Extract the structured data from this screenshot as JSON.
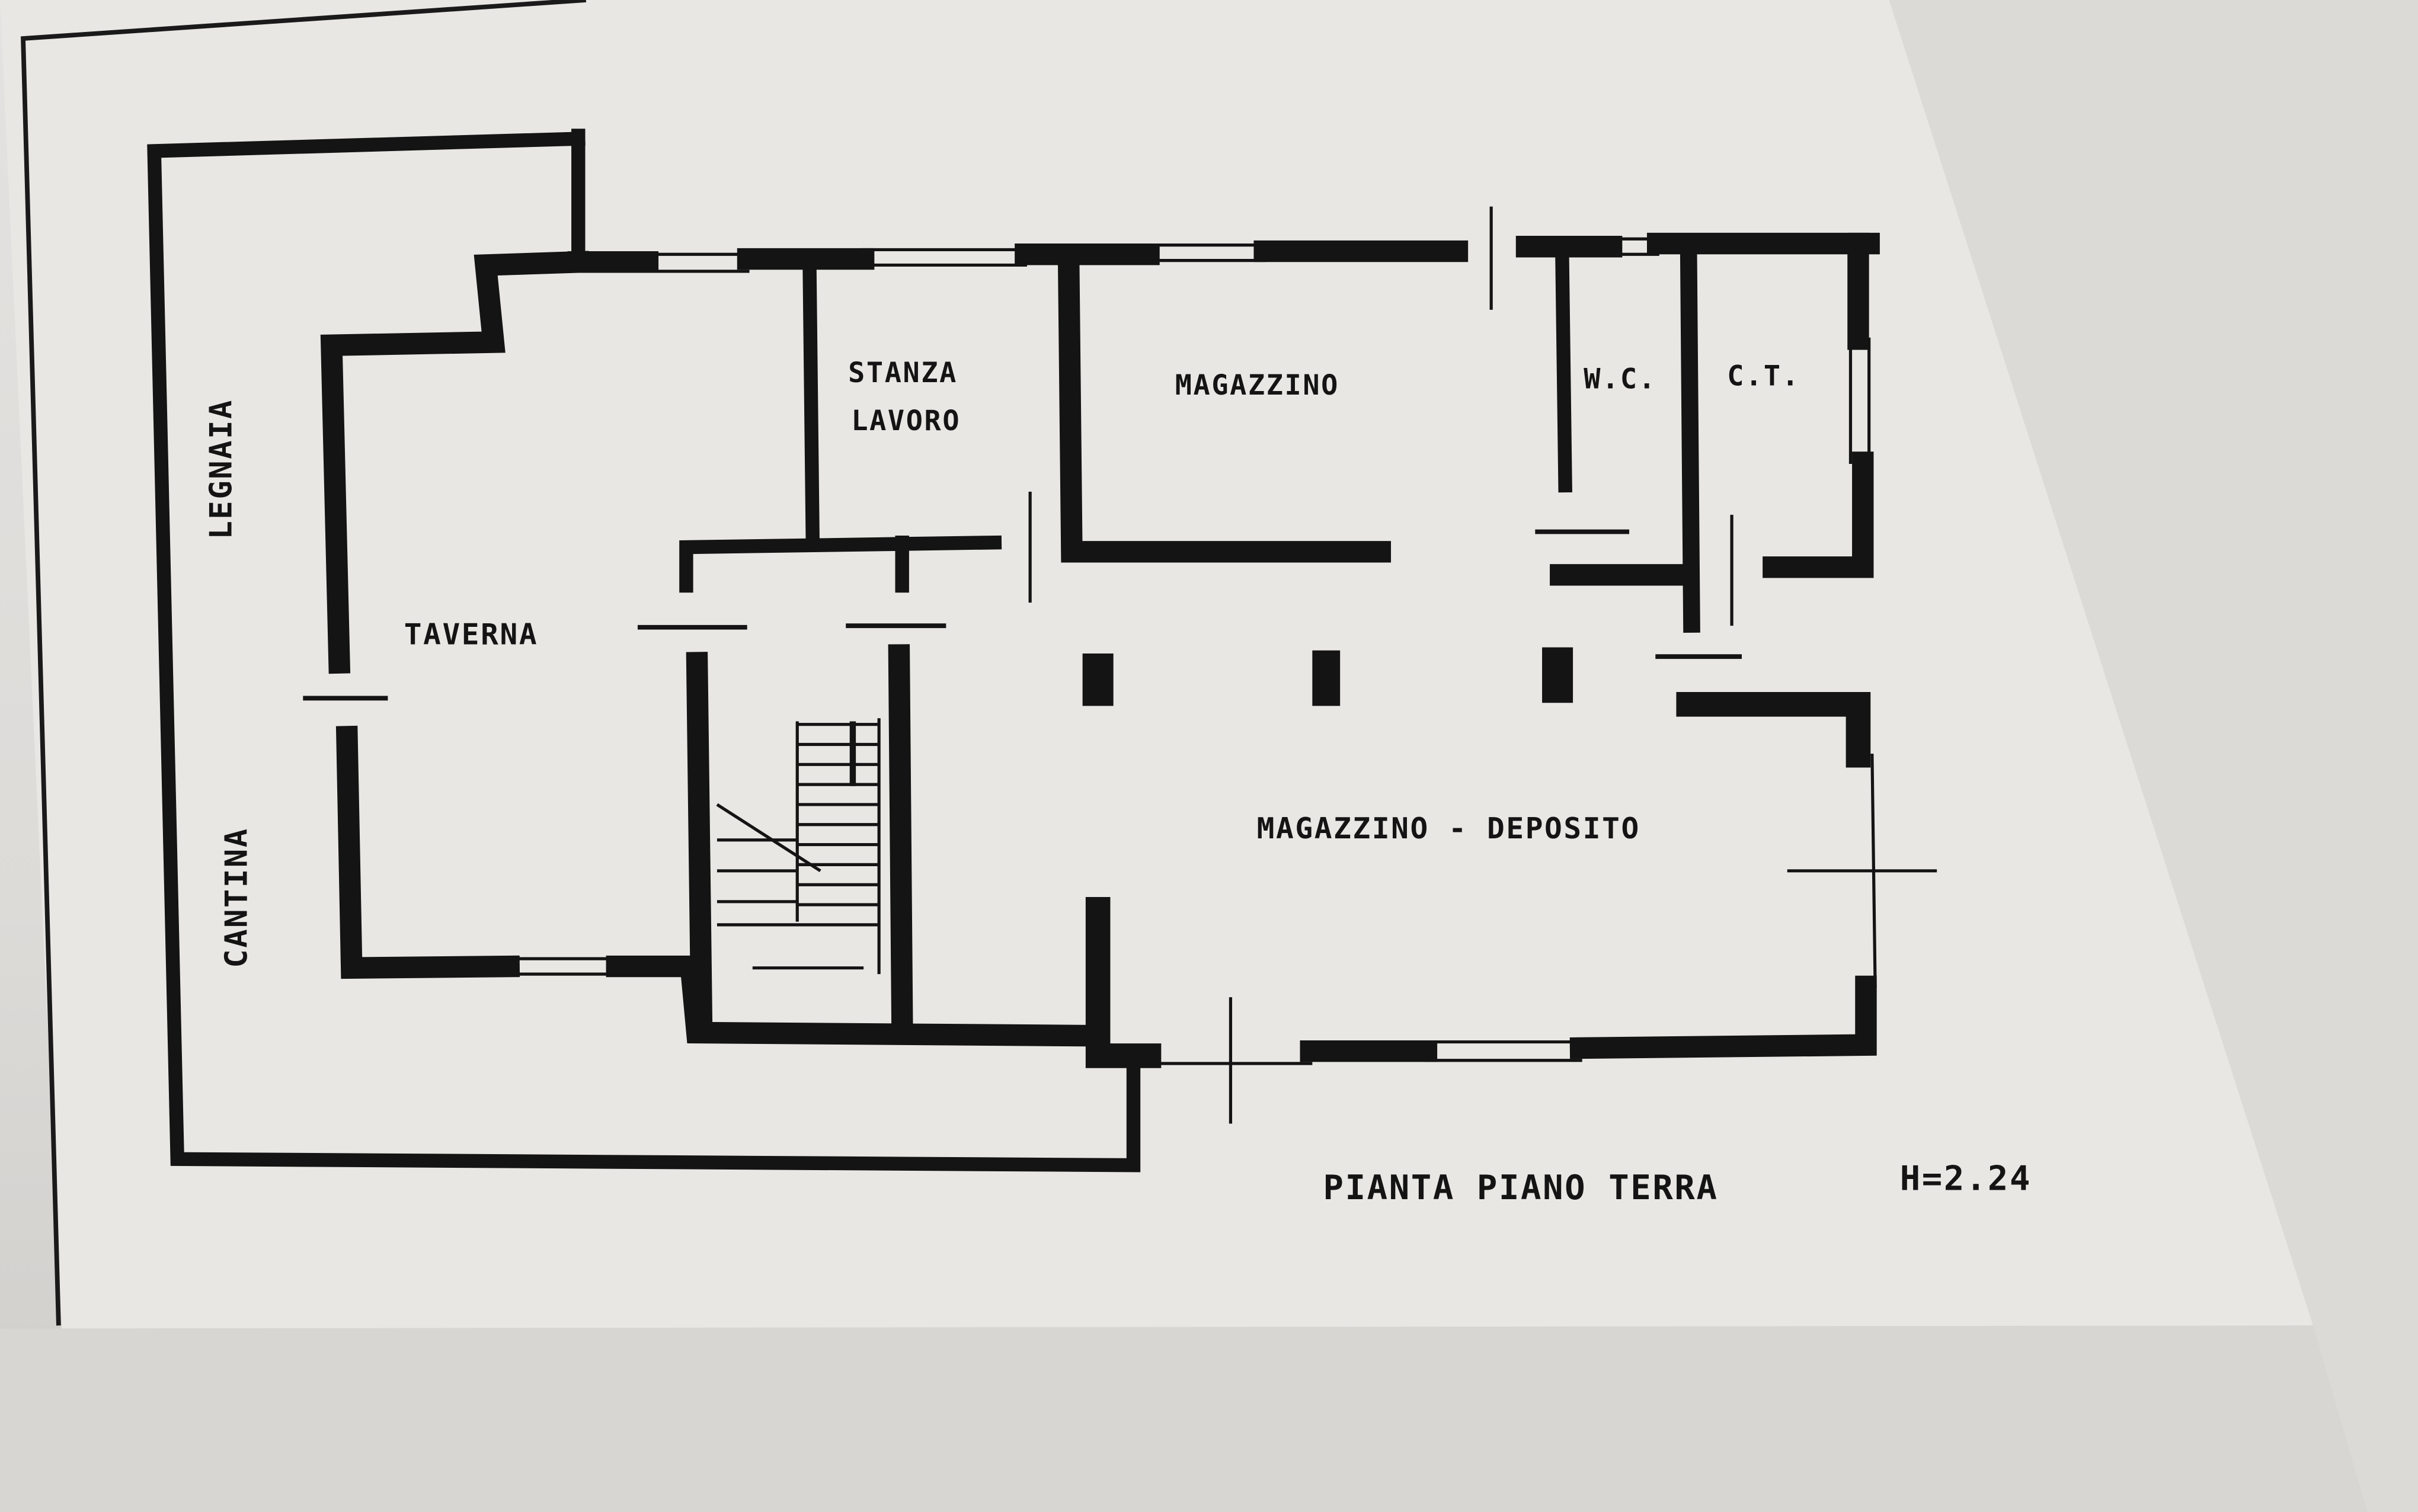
{
  "drawing": {
    "title": "PIANTA PIANO TERRA",
    "height_label": "H=2.24",
    "rooms": [
      {
        "id": "legnaia",
        "label": "LEGNAIA",
        "orientation": "vertical"
      },
      {
        "id": "cantina",
        "label": "CANTINA",
        "orientation": "vertical"
      },
      {
        "id": "taverna",
        "label": "TAVERNA"
      },
      {
        "id": "stanza-lavoro",
        "label_line1": "STANZA",
        "label_line2": "LAVORO"
      },
      {
        "id": "magazzino",
        "label": "MAGAZZINO"
      },
      {
        "id": "wc",
        "label": "W.C."
      },
      {
        "id": "ct",
        "label": "C.T."
      },
      {
        "id": "magazzino-deposito",
        "label": "MAGAZZINO - DEPOSITO"
      }
    ]
  },
  "colors": {
    "paper": "#e6e4e1",
    "ink": "#141414",
    "background": "#d2d0cd"
  }
}
